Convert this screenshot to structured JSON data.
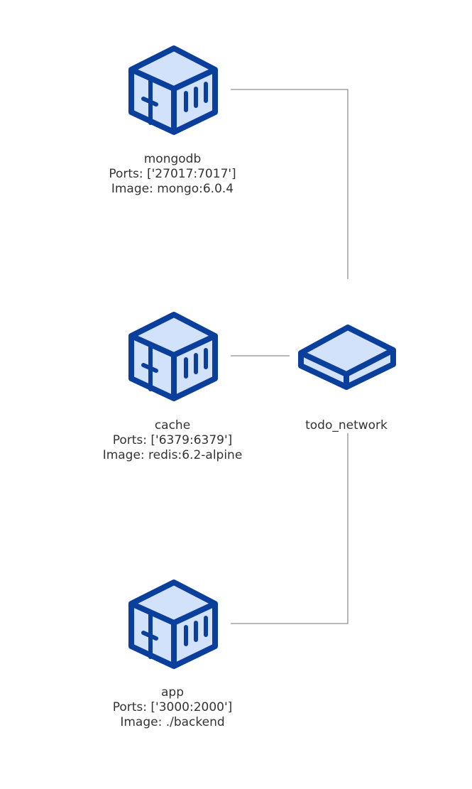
{
  "nodes": {
    "mongodb": {
      "name": "mongodb",
      "ports": "Ports: ['27017:7017']",
      "image": "Image: mongo:6.0.4",
      "icon": "container-icon"
    },
    "cache": {
      "name": "cache",
      "ports": "Ports: ['6379:6379']",
      "image": "Image: redis:6.2-alpine",
      "icon": "container-icon"
    },
    "app": {
      "name": "app",
      "ports": "Ports: ['3000:2000']",
      "image": "Image: ./backend",
      "icon": "container-icon"
    },
    "network": {
      "name": "todo_network",
      "icon": "network-icon"
    }
  },
  "edges": [
    {
      "from": "mongodb",
      "to": "todo_network"
    },
    {
      "from": "cache",
      "to": "todo_network"
    },
    {
      "from": "app",
      "to": "todo_network"
    }
  ],
  "colors": {
    "icon_stroke": "#0b3f9c",
    "icon_fill": "#d2e2fb",
    "edge": "#8a8f99",
    "text": "#333333"
  }
}
